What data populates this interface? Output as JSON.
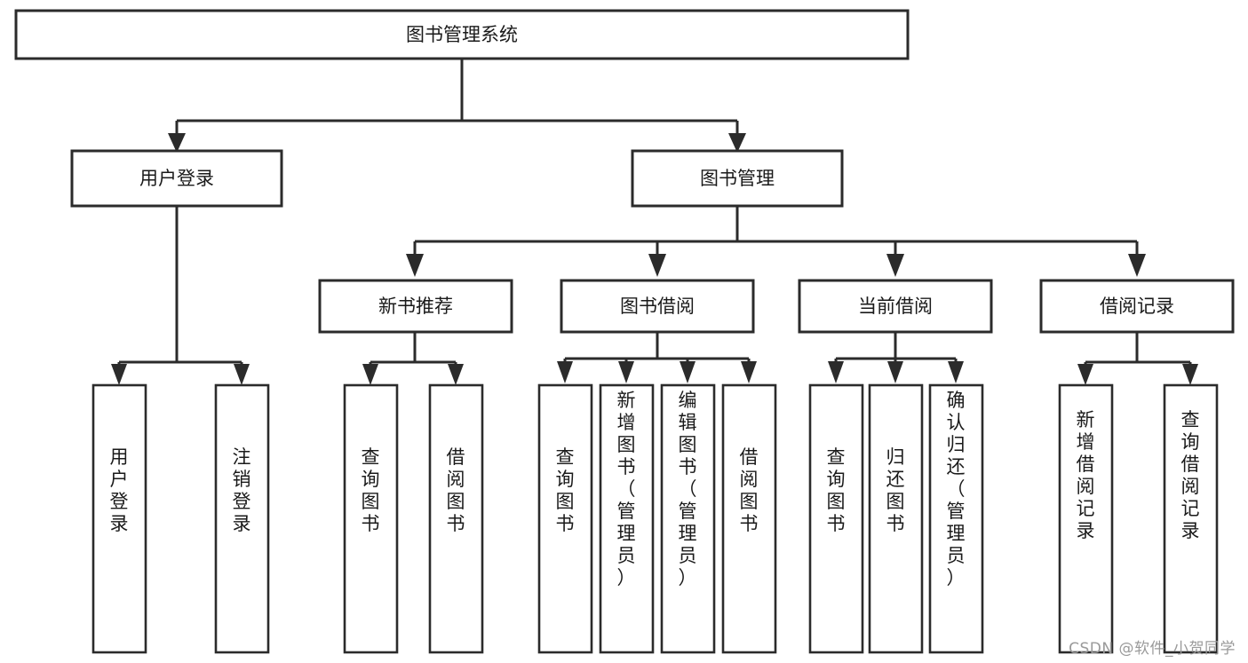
{
  "diagram": {
    "title": "图书管理系统",
    "type": "tree",
    "watermark": "CSDN @软件_小贺同学",
    "colors": {
      "background": "#ffffff",
      "box_fill": "#ffffff",
      "box_stroke": "#2b2b2b",
      "text": "#1a1a1a",
      "watermark": "#9a9a9a"
    },
    "root": {
      "label": "图书管理系统"
    },
    "level2": [
      {
        "label": "用户登录"
      },
      {
        "label": "图书管理"
      }
    ],
    "level3": [
      {
        "label": "新书推荐"
      },
      {
        "label": "图书借阅"
      },
      {
        "label": "当前借阅"
      },
      {
        "label": "借阅记录"
      }
    ],
    "leaves": {
      "user_login": [
        {
          "label": "用户登录"
        },
        {
          "label": "注销登录"
        }
      ],
      "new_book_recommend": [
        {
          "label": "查询图书"
        },
        {
          "label": "借阅图书"
        }
      ],
      "book_borrow": [
        {
          "label": "查询图书"
        },
        {
          "label": "新增图书（管理员）"
        },
        {
          "label": "编辑图书（管理员）"
        },
        {
          "label": "借阅图书"
        }
      ],
      "current_borrow": [
        {
          "label": "查询图书"
        },
        {
          "label": "归还图书"
        },
        {
          "label": "确认归还（管理员）"
        }
      ],
      "borrow_record": [
        {
          "label": "新增借阅记录"
        },
        {
          "label": "查询借阅记录"
        }
      ]
    }
  }
}
